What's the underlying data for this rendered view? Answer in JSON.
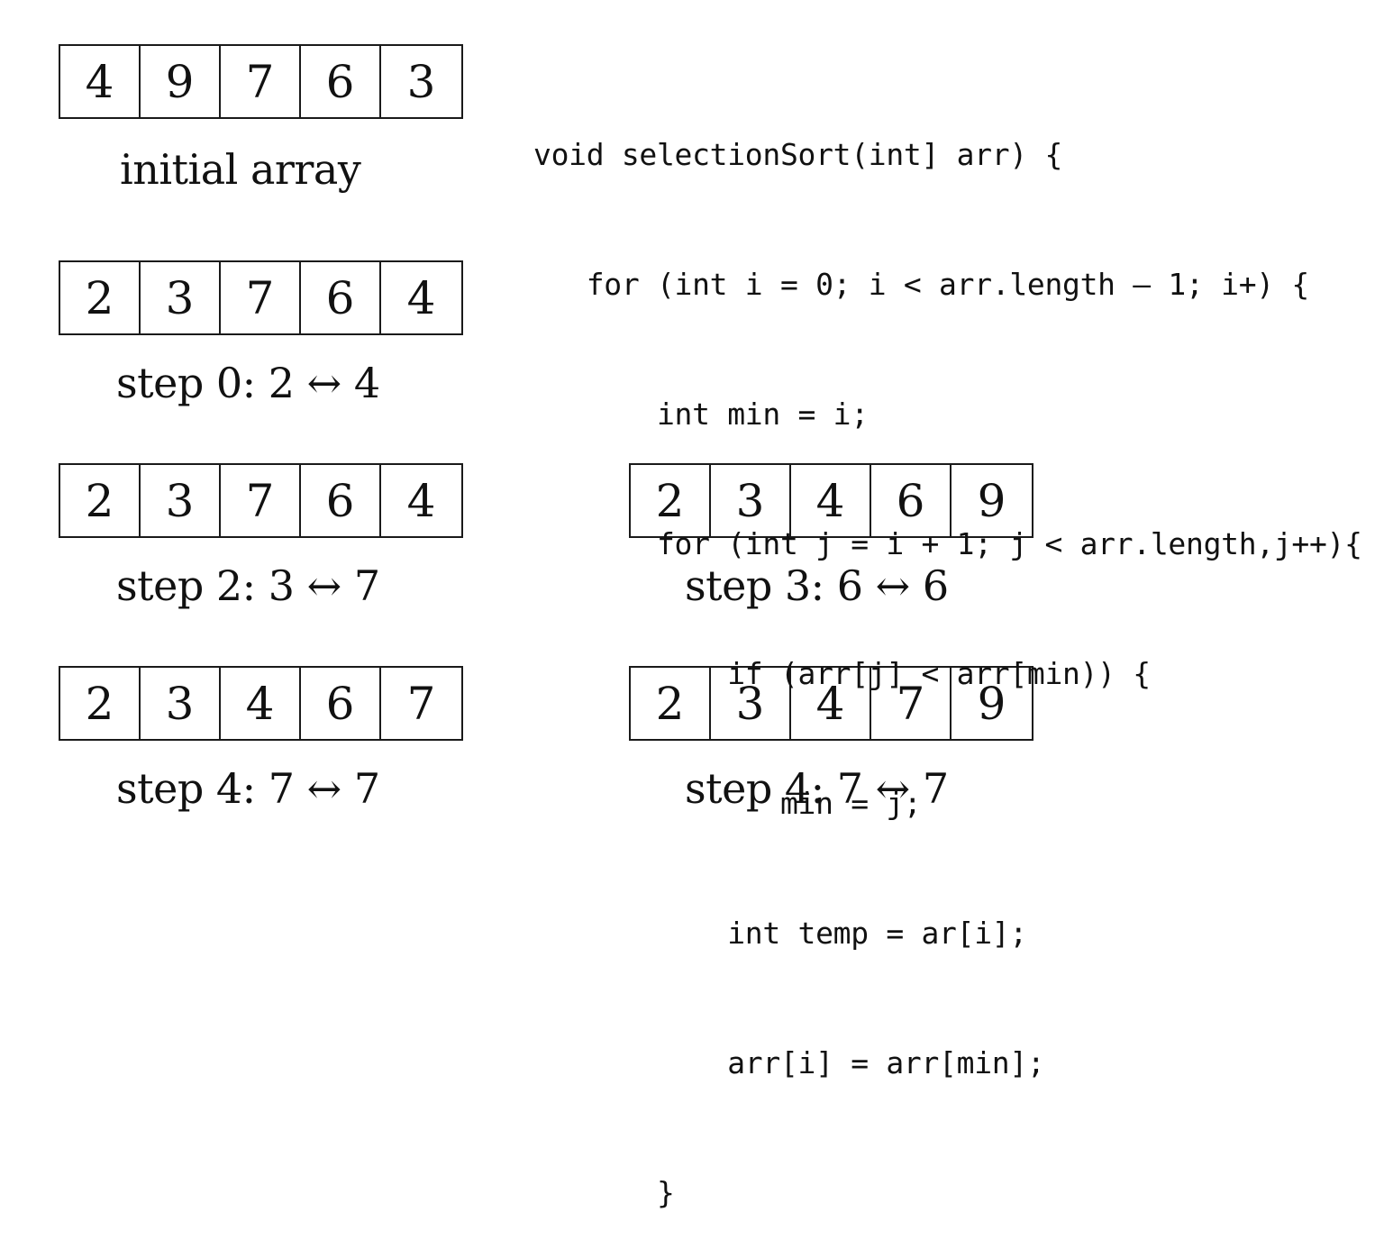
{
  "arrays": [
    {
      "caption": "initial array",
      "values": [
        "4",
        "9",
        "7",
        "6",
        "3"
      ]
    },
    {
      "caption": "step 0: 2 ↔ 4",
      "values": [
        "2",
        "3",
        "7",
        "6",
        "4"
      ]
    },
    {
      "caption": "step 2: 3 ↔ 7",
      "values": [
        "2",
        "3",
        "7",
        "6",
        "4"
      ]
    },
    {
      "caption": "step 3: 6 ↔ 6",
      "values": [
        "2",
        "3",
        "4",
        "6",
        "9"
      ]
    },
    {
      "caption": "step 4: 7 ↔ 7",
      "values": [
        "2",
        "3",
        "4",
        "6",
        "7"
      ]
    },
    {
      "caption": "step 4: 7 ↔ 7",
      "values": [
        "2",
        "3",
        "4",
        "7",
        "9"
      ]
    }
  ],
  "code": [
    "void selectionSort(int] arr) {",
    "   for (int i = 0; i < arr.length – 1; i+) {",
    "       int min = i;",
    "       for (int j = i + 1; j < arr.length,j++){",
    "           if (arr[j] < arr[min)) {",
    "              min = j;",
    "           int temp = ar[i];",
    "           arr[i] = arr[min];",
    "       }"
  ]
}
